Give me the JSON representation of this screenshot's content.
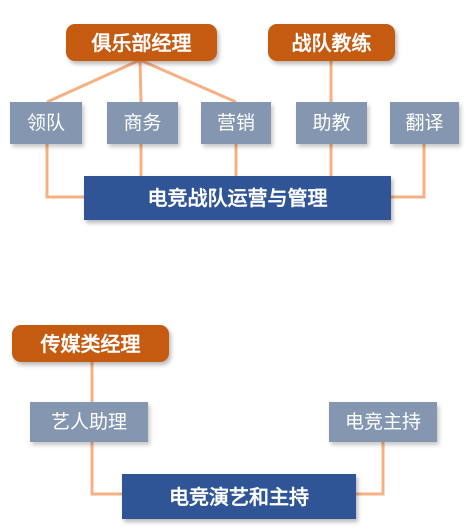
{
  "diagram": {
    "section1": {
      "top_roles": {
        "club_manager": "俱乐部经理",
        "team_coach": "战队教练"
      },
      "staff": {
        "team_leader": "领队",
        "business": "商务",
        "marketing": "营销",
        "assistant_coach": "助教",
        "translator": "翻译"
      },
      "major": "电竞战队运营与管理"
    },
    "section2": {
      "top_role": "传媒类经理",
      "staff": {
        "artist_assistant": "艺人助理",
        "esports_host": "电竞主持"
      },
      "major": "电竞演艺和主持"
    },
    "colors": {
      "orange_box": "#C55A11",
      "grey_box": "#8496B0",
      "blue_box": "#2F5597",
      "connector": "#F4B183"
    }
  }
}
